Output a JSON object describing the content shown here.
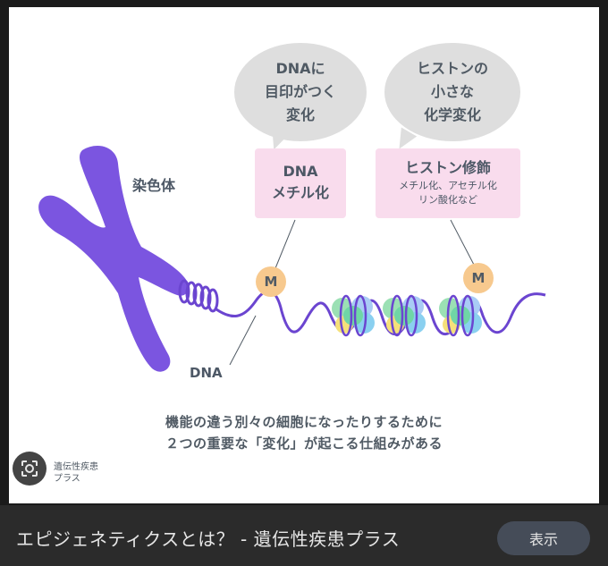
{
  "diagram": {
    "bubble_dna": [
      "DNAに",
      "目印がつく",
      "変化"
    ],
    "bubble_histone": [
      "ヒストンの",
      "小さな",
      "化学変化"
    ],
    "label_chromosome": "染色体",
    "label_dna": "DNA",
    "box_methylation": [
      "DNA",
      "メチル化"
    ],
    "box_histone_title": "ヒストン修飾",
    "box_histone_detail": [
      "メチル化、アセチル化",
      "リン酸化など"
    ],
    "marker_letter": "M",
    "caption": [
      "機能の違う別々の細胞になったりするために",
      "２つの重要な「変化」が起こる仕組みがある"
    ],
    "logo": [
      "遺伝性疾患",
      "プラス"
    ]
  },
  "colors": {
    "chromosome": "#7b55e0",
    "bubble": "#dedede",
    "pink_box": "#f9dced",
    "marker": "#f7c98e"
  },
  "bottom_bar": {
    "title": "エピジェネティクスとは？ - 遺伝性疾患プラス",
    "button": "表示"
  }
}
